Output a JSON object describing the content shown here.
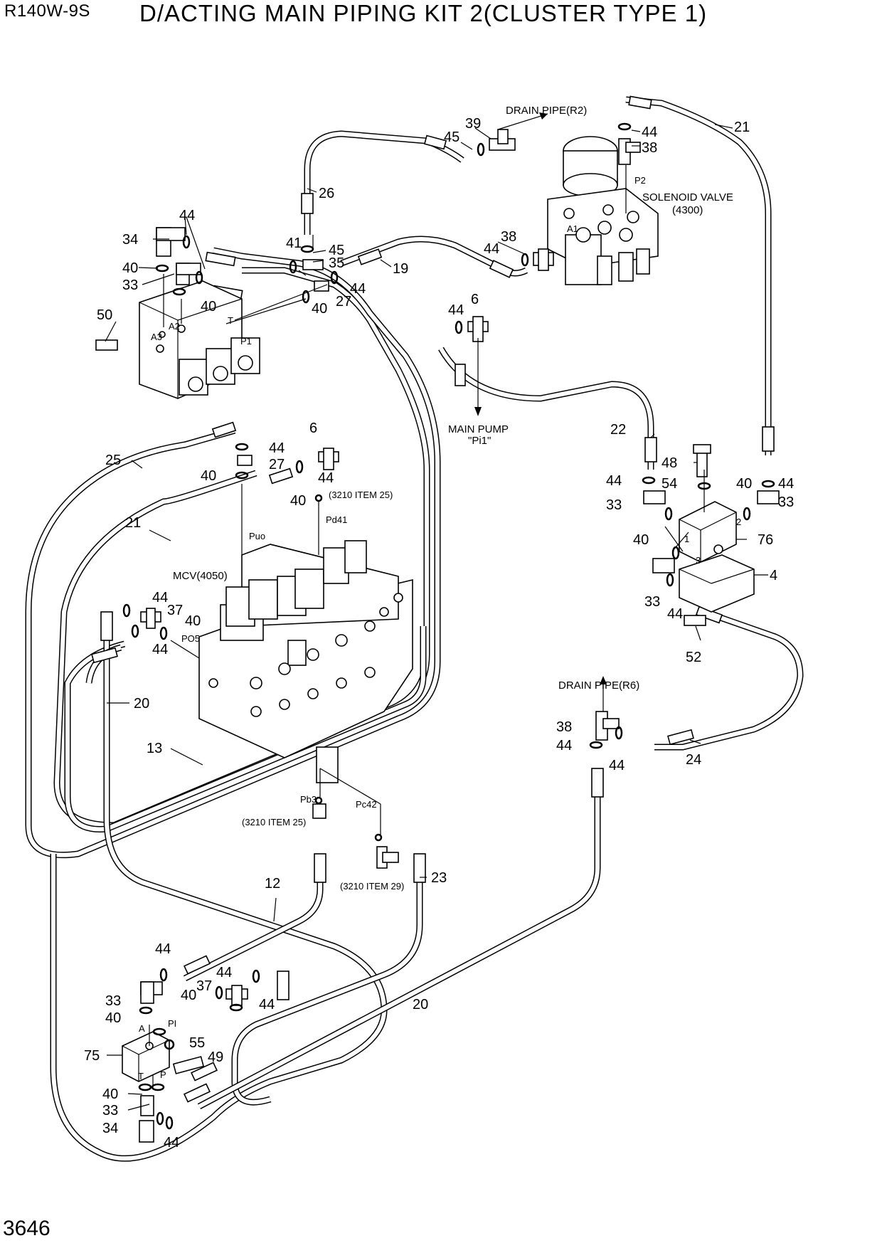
{
  "header": {
    "model": "R140W-9S",
    "title": "D/ACTING MAIN PIPING KIT 2(CLUSTER TYPE 1)"
  },
  "footer": {
    "page_number": "3646"
  },
  "annotations": {
    "drain_r2": "DRAIN PIPE(R2)",
    "solenoid_1": "SOLENOID VALVE",
    "solenoid_2": "(4300)",
    "main_pump_1": "MAIN PUMP",
    "main_pump_2": "\"Pi1\"",
    "mcv": "MCV(4050)",
    "drain_r6": "DRAIN PIPE(R6)",
    "item25_top": "(3210 ITEM 25)",
    "item25_bottom": "(3210 ITEM 25)",
    "item29": "(3210 ITEM 29)"
  },
  "ports": {
    "p2": "P2",
    "a1": "A1",
    "a3": "A3",
    "a2": "A2",
    "t": "T",
    "p1": "P1",
    "puo": "Puo",
    "pd41": "Pd41",
    "po5": "PO5",
    "pb3": "Pb3",
    "pc42": "Pc42",
    "pi": "PI",
    "a": "A",
    "t_bottom": "T",
    "p": "P",
    "one": "1",
    "two": "2",
    "three": "3"
  },
  "callouts": [
    "39",
    "45",
    "44",
    "38",
    "21",
    "26",
    "44",
    "34",
    "41",
    "45",
    "35",
    "40",
    "33",
    "40",
    "19",
    "44",
    "27",
    "40",
    "38",
    "44",
    "6",
    "44",
    "50",
    "22",
    "48",
    "44",
    "54",
    "40",
    "44",
    "33",
    "33",
    "76",
    "40",
    "25",
    "44",
    "27",
    "6",
    "40",
    "44",
    "40",
    "21",
    "44",
    "37",
    "40",
    "44",
    "4",
    "33",
    "44",
    "52",
    "20",
    "13",
    "38",
    "44",
    "44",
    "24",
    "12",
    "23",
    "20",
    "44",
    "33",
    "37",
    "44",
    "40",
    "40",
    "44",
    "75",
    "55",
    "49",
    "40",
    "33",
    "34",
    "44"
  ]
}
